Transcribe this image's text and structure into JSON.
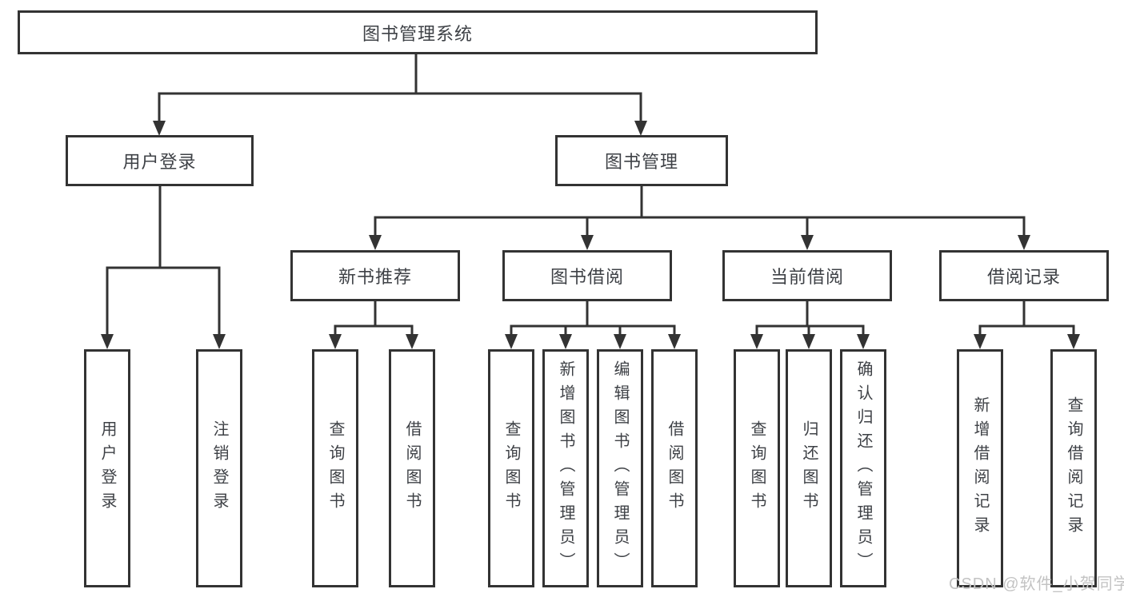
{
  "diagram": {
    "type": "tree",
    "background": "#ffffff",
    "line_color": "#333333",
    "text_color": "#3e4146",
    "watermark": {
      "text": "CSDN @软件_小贺同学",
      "color": "#c3c3c3"
    },
    "nodes": {
      "root": {
        "label": "图书管理系统"
      },
      "level2": [
        {
          "label": "用户登录",
          "parent": "图书管理系统"
        },
        {
          "label": "图书管理",
          "parent": "图书管理系统"
        }
      ],
      "level3": [
        {
          "label": "新书推荐",
          "parent": "图书管理"
        },
        {
          "label": "图书借阅",
          "parent": "图书管理"
        },
        {
          "label": "当前借阅",
          "parent": "图书管理"
        },
        {
          "label": "借阅记录",
          "parent": "图书管理"
        }
      ],
      "leaves": [
        {
          "label": "用户登录",
          "parent": "用户登录"
        },
        {
          "label": "注销登录",
          "parent": "用户登录"
        },
        {
          "label": "查询图书",
          "parent": "新书推荐"
        },
        {
          "label": "借阅图书",
          "parent": "新书推荐"
        },
        {
          "label": "查询图书",
          "parent": "图书借阅"
        },
        {
          "label": "新增图书（管理员）",
          "parent": "图书借阅"
        },
        {
          "label": "编辑图书（管理员）",
          "parent": "图书借阅"
        },
        {
          "label": "借阅图书",
          "parent": "图书借阅"
        },
        {
          "label": "查询图书",
          "parent": "当前借阅"
        },
        {
          "label": "归还图书",
          "parent": "当前借阅"
        },
        {
          "label": "确认归还（管理员）",
          "parent": "当前借阅"
        },
        {
          "label": "新增借阅记录",
          "parent": "借阅记录"
        },
        {
          "label": "查询借阅记录",
          "parent": "借阅记录"
        }
      ]
    }
  }
}
